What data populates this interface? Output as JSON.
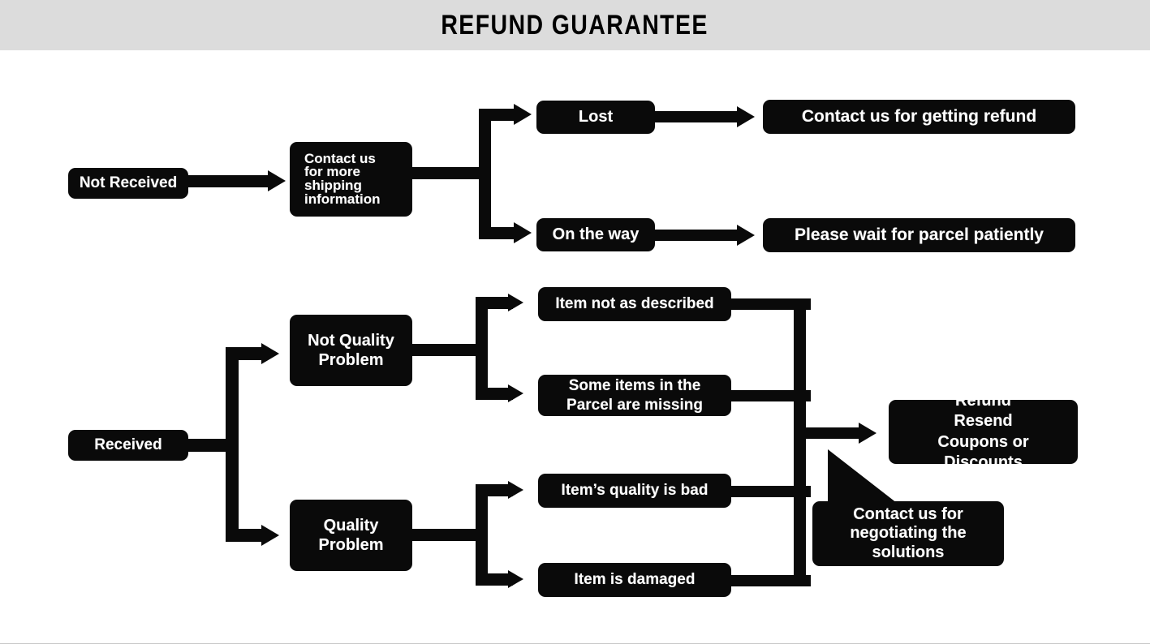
{
  "header": {
    "title": "REFUND GUARANTEE"
  },
  "colors": {
    "node_fill": "#0a0a0a",
    "node_text": "#ffffff",
    "header_bg": "#dcdcdc",
    "page_bg": "#ffffff"
  },
  "flow": {
    "not_received": {
      "root": "Not Received",
      "action": "Contact us\nfor more\nshipping\ninformation",
      "action_lines": [
        "Contact us",
        "for more",
        "shipping",
        "information"
      ],
      "branches": [
        {
          "status": "Lost",
          "outcome": "Contact us for getting refund"
        },
        {
          "status": "On the way",
          "outcome": "Please wait for parcel patiently"
        }
      ]
    },
    "received": {
      "root": "Received",
      "categories": [
        {
          "label": "Not Quality\nProblem",
          "label_lines": [
            "Not Quality",
            "Problem"
          ],
          "issues": [
            {
              "label": "Item not as described",
              "label_lines": [
                "Item not as described"
              ]
            },
            {
              "label": "Some items in the\nParcel are missing",
              "label_lines": [
                "Some items in the",
                "Parcel are missing"
              ]
            }
          ]
        },
        {
          "label": "Quality\nProblem",
          "label_lines": [
            "Quality",
            "Problem"
          ],
          "issues": [
            {
              "label": "Item’s quality is bad",
              "label_lines": [
                "Item’s quality is bad"
              ]
            },
            {
              "label": "Item is damaged",
              "label_lines": [
                "Item is damaged"
              ]
            }
          ]
        }
      ],
      "resolution": {
        "label": "Refund\nResend\nCoupons or Discounts",
        "label_lines": [
          "Refund",
          "Resend",
          "Coupons or Discounts"
        ]
      },
      "callout": {
        "label": "Contact us for\nnegotiating the\nsolutions",
        "label_lines": [
          "Contact us for",
          "negotiating the",
          "solutions"
        ]
      }
    }
  }
}
